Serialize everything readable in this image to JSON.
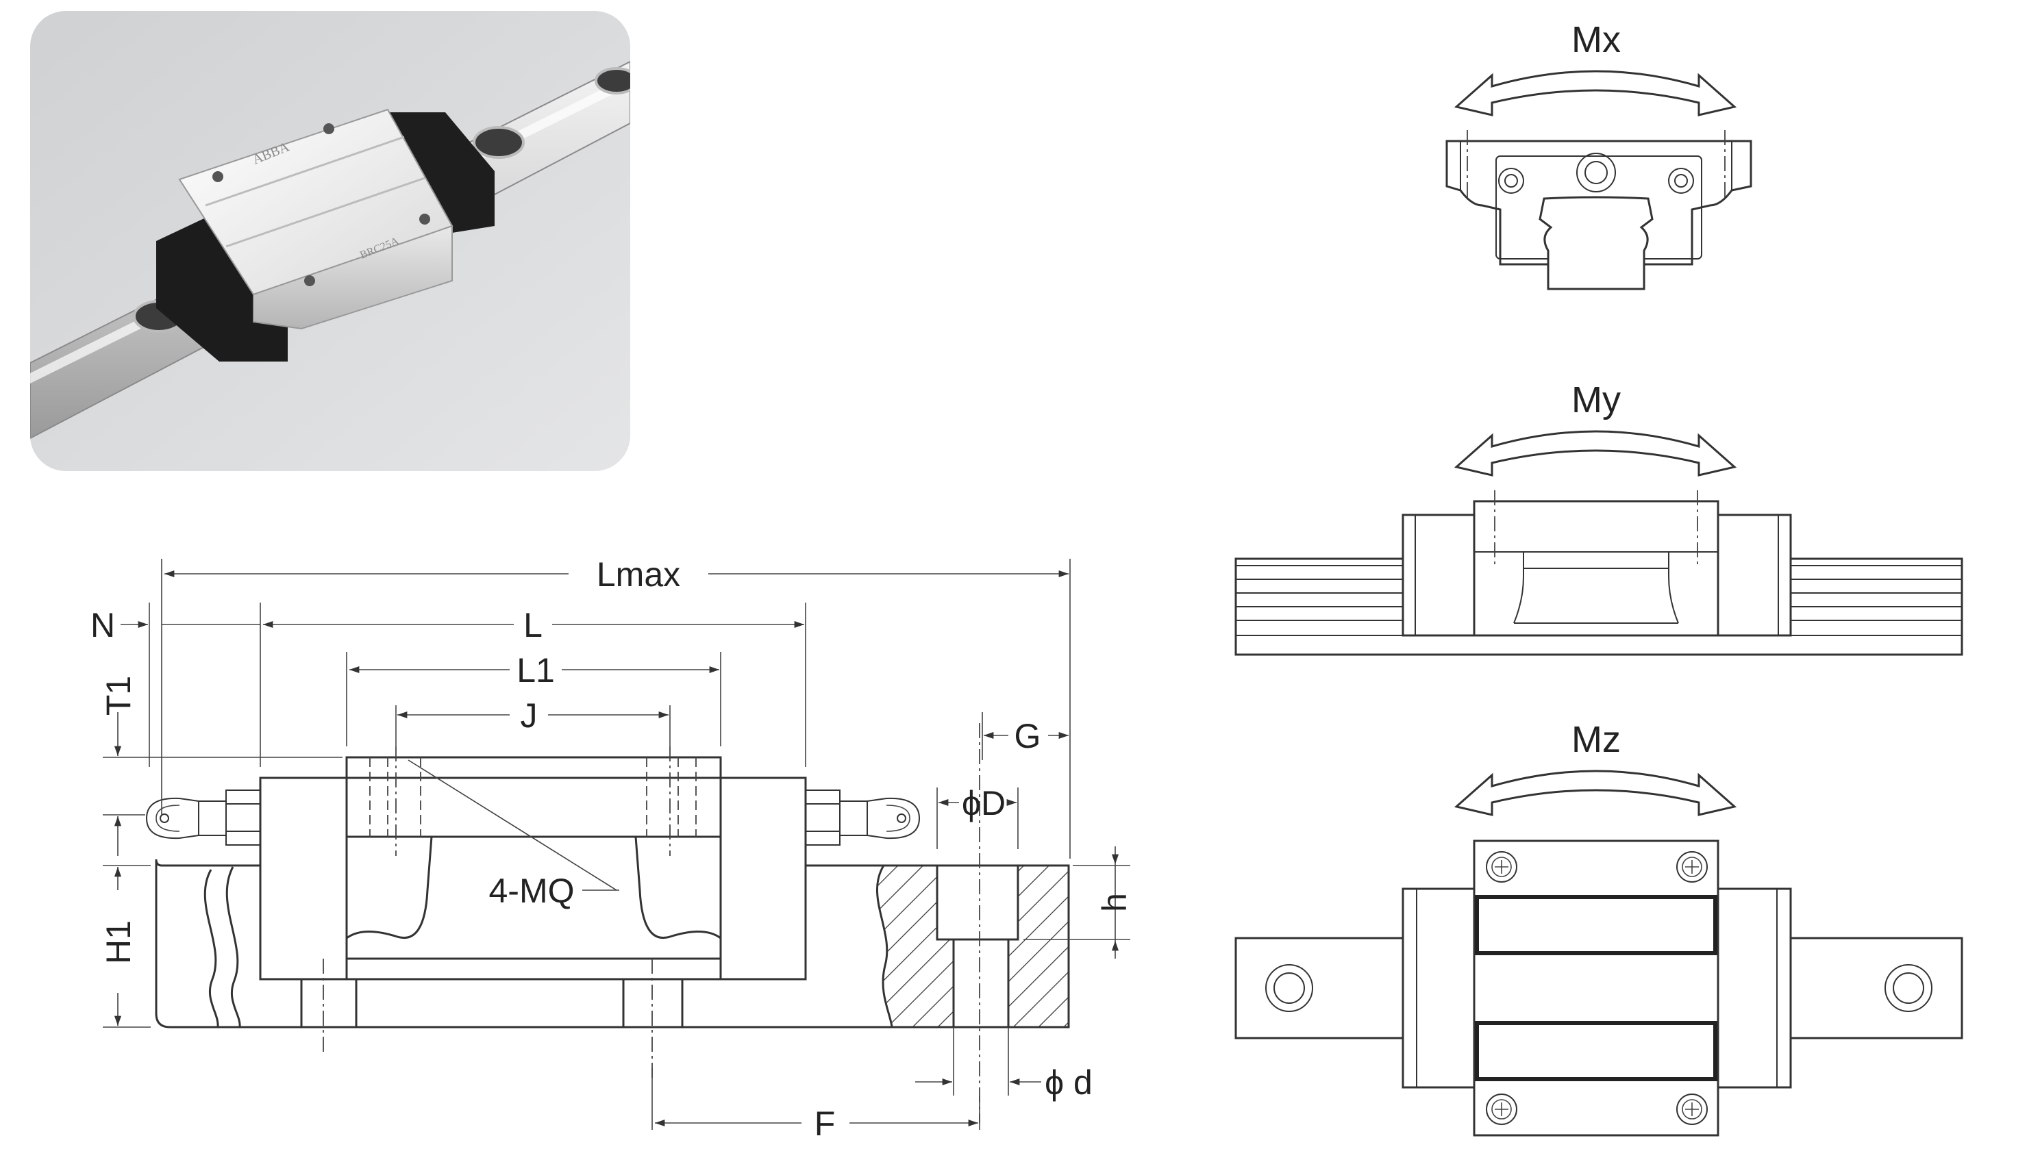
{
  "photo": {
    "block_logo_text": "ABBA",
    "block_side_text": "BRC25A"
  },
  "dimensions": {
    "lmax": "Lmax",
    "l": "L",
    "l1": "L1",
    "j": "J",
    "n": "N",
    "t1": "T1",
    "h1": "H1",
    "g": "G",
    "phi_big_d": "ϕD",
    "h": "h",
    "phi_small_d": "ϕ d",
    "f": "F",
    "four_mq": "4-MQ"
  },
  "moments": {
    "mx": "Mx",
    "my": "My",
    "mz": "Mz"
  }
}
